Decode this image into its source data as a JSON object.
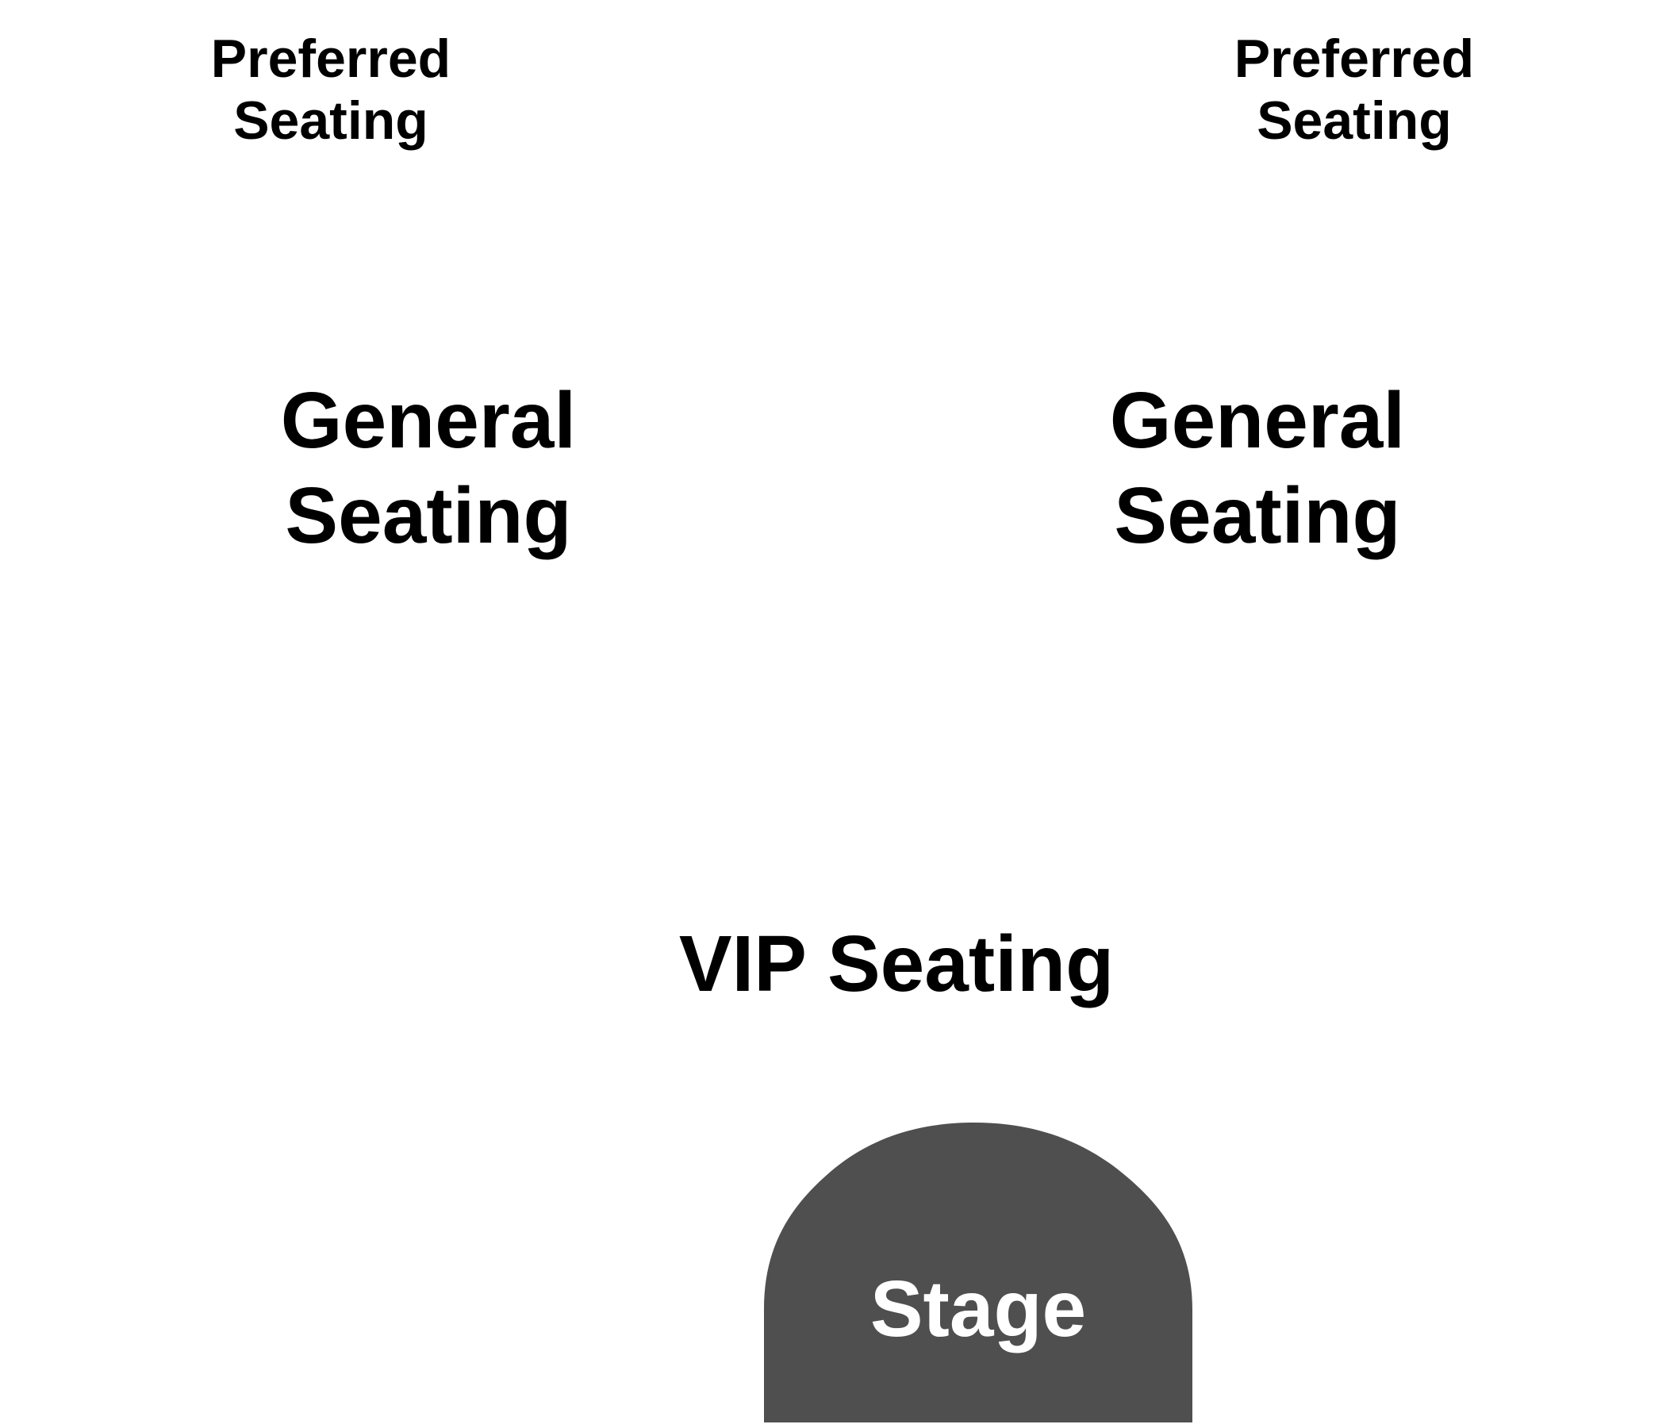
{
  "map": {
    "sections": {
      "preferred_left": [
        "Preferred",
        "Seating"
      ],
      "preferred_right": [
        "Preferred",
        "Seating"
      ],
      "general_left": [
        "General",
        "Seating"
      ],
      "general_right": [
        "General",
        "Seating"
      ],
      "vip": "VIP Seating",
      "stage": "Stage"
    },
    "colors": {
      "background": "#ffffff",
      "stage_fill": "#4f4f4f",
      "stage_text": "#ffffff",
      "section_text": "#000000"
    }
  }
}
